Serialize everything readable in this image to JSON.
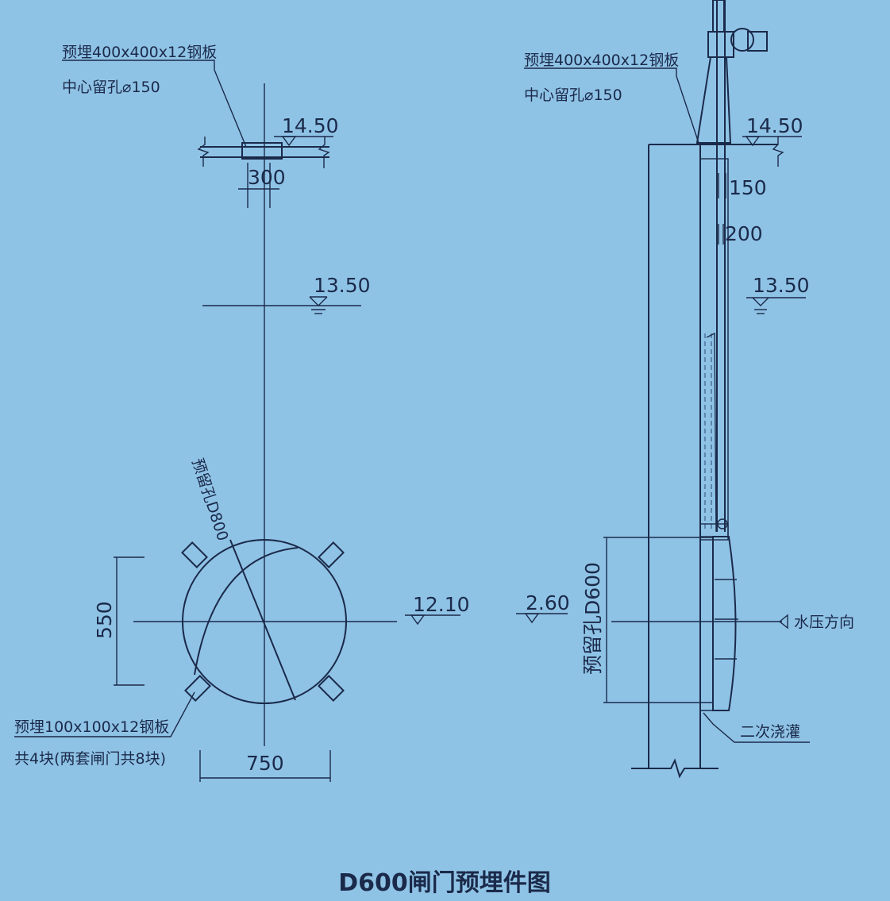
{
  "title": "D600闸门预埋件图",
  "left_view": {
    "top_plate_label": "预埋400x400x12钢板",
    "top_hole_label": "中心留孔⌀150",
    "elev_top": "14.50",
    "dim_plate": "300",
    "elev_mid": "13.50",
    "hole_label": "预留孔D800",
    "elev_center": "12.10",
    "dim_height": "550",
    "small_plate_label": "预埋100x100x12钢板",
    "small_plate_count": "共4块(两套闸门共8块)",
    "dim_width": "750"
  },
  "right_view": {
    "top_plate_label": "预埋400x400x12钢板",
    "top_hole_label": "中心留孔⌀150",
    "elev_top": "14.50",
    "dim_150": "150",
    "dim_200": "200",
    "elev_mid": "13.50",
    "elev_center": "2.60",
    "hole_label": "预留孔D600",
    "pressure_label": "水压方向",
    "grout_label": "二次浇灌"
  }
}
